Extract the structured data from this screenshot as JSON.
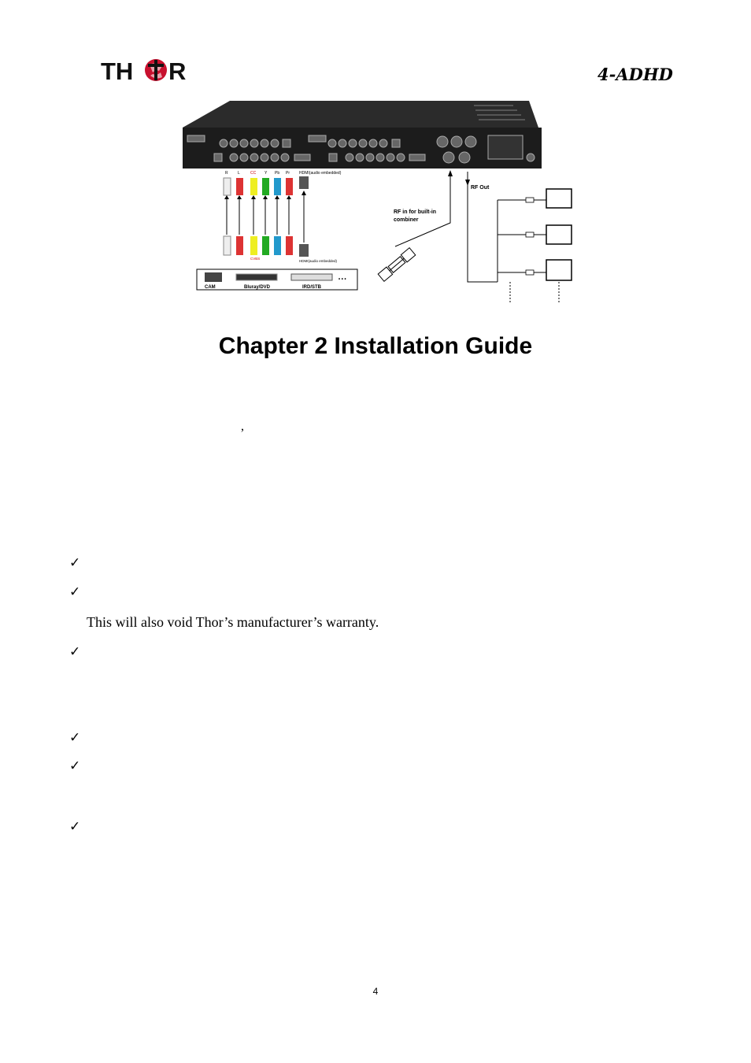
{
  "header": {
    "logo_text": "THOR",
    "model": "4-ADHD"
  },
  "diagram": {
    "rf_out_label": "RF Out",
    "rf_in_label_line1": "RF in for built-in",
    "rf_in_label_line2": "combiner",
    "source_cam": "CAM",
    "source_bluray": "Bluray/DVD",
    "source_ird": "IRD/STB",
    "source_more": "• • •",
    "hdmi_top_label": "HDMI(audio embedded)",
    "hdmi_bottom_label": "HDMI(audio embedded)",
    "cable_labels": [
      "R",
      "L",
      "CC",
      "Y",
      "Pb",
      "Pr"
    ],
    "cvbs_label": "CVBS"
  },
  "chapter_title": "Chapter 2 Installation Guide",
  "stray_comma": ",",
  "checkmark": "✓",
  "warranty_note": "This will also void Thor’s manufacturer’s warranty.",
  "page_number": "4"
}
